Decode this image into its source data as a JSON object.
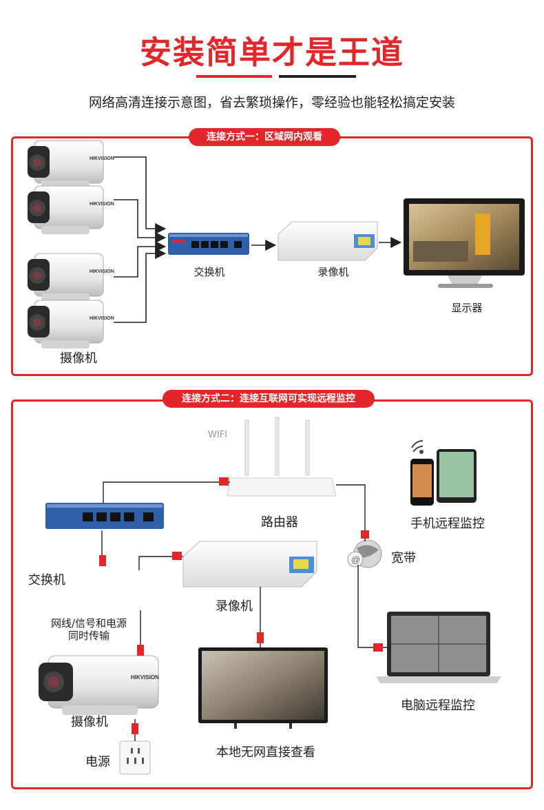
{
  "header": {
    "title": "安装简单才是王道",
    "subtitle": "网络高清连接示意图，省去繁琐操作，零经验也能轻松搞定安装"
  },
  "section1": {
    "pill": "连接方式一：区域网内观看",
    "switch_label": "交换机",
    "nvr_label": "录像机",
    "monitor_label": "显示器",
    "camera_label": "摄像机",
    "camera_brand": "HIKVISION"
  },
  "section2": {
    "pill": "连接方式二：连接互联网可实现远程监控",
    "wifi_label": "WIFI",
    "router_label": "路由器",
    "phone_label": "手机远程监控",
    "broadband_label": "宽带",
    "switch_label": "交换机",
    "nvr_label": "录像机",
    "cable_label_line1": "网线/信号和电源",
    "cable_label_line2": "同时传输",
    "camera_label": "摄像机",
    "power_label": "电源",
    "tv_label": "本地无网直接查看",
    "pc_label": "电脑远程监控",
    "camera_brand": "HIKVISION"
  },
  "colors": {
    "accent": "#e3262a",
    "switch_blue": "#2f5fa8",
    "line": "#222222"
  }
}
